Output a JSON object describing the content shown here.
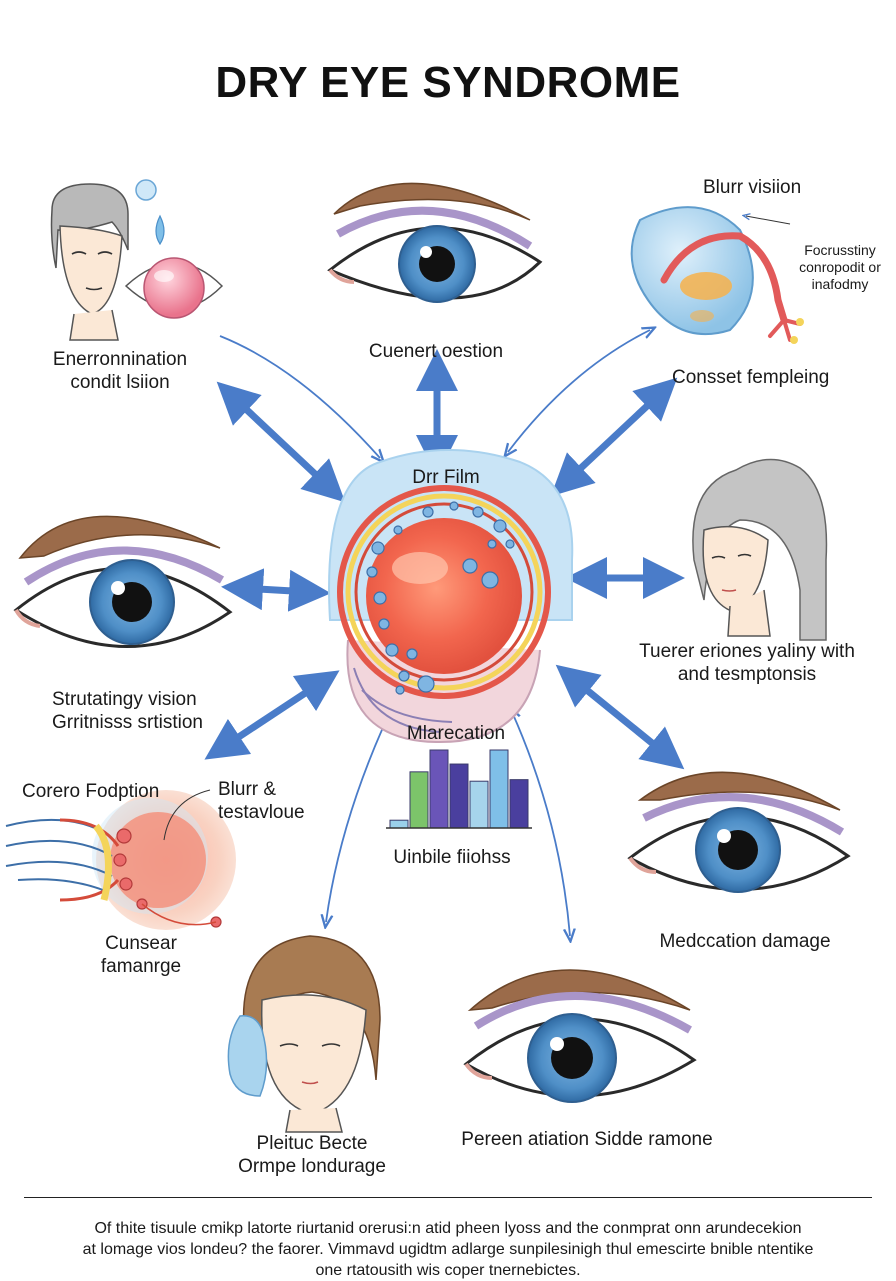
{
  "title": "DRY EYE SYNDROME",
  "labels": {
    "environment": [
      "Enerronnination",
      "condit lsiion"
    ],
    "current": "Cuenert oestion",
    "blur_title": "Blurr visiion",
    "blur_note": [
      "Focrusstiny",
      "conropodit or",
      "inafodmy"
    ],
    "consset": "Consset  fempleing",
    "center": "Drr Film",
    "tuerer": [
      "Tuerer eriones yaliny with",
      "and tesmptonsis"
    ],
    "strutating": [
      "Strutatingy vision",
      "Grritnisss srtistion"
    ],
    "marecation": "Mlarecation",
    "corero": "Corero Fodption",
    "blurr_side": [
      "Blurr &",
      "testavloue"
    ],
    "cunsear": [
      "Cunsear",
      "famanrge"
    ],
    "uinbile": "Uinbile fiiohss",
    "medcation": "Medccation damage",
    "pleituc": [
      "Pleituc Becte",
      "Ormpe londurage"
    ],
    "pereen": "Pereen atiation Sidde ramone"
  },
  "footer": [
    "Of thite tisuule cmikp latorte riurtanid orerusi:n atid pheen lyoss and the conmprat onn arundecekion",
    "at lomage vios londeu? the faorer.  Vimmavd ugidtm  adlarge sunpilesinigh thul emescirte bnible ntentike",
    "one rtatousith wis coper tnernebictes."
  ],
  "mini_chart": {
    "type": "bar",
    "values": [
      0.1,
      0.72,
      1.0,
      0.82,
      0.6,
      1.0,
      0.62
    ],
    "colors": [
      "#9ad0ea",
      "#7cc46a",
      "#6a55b8",
      "#4a3f9e",
      "#a6d4ec",
      "#7fbfe8",
      "#4a3f9e"
    ]
  },
  "colors": {
    "arrow": "#4a7cc9",
    "iris": "#4f8fc7",
    "skin": "#fbe8d6",
    "hair_gray": "#b9b9b9",
    "hair_brown": "#a87b52"
  }
}
